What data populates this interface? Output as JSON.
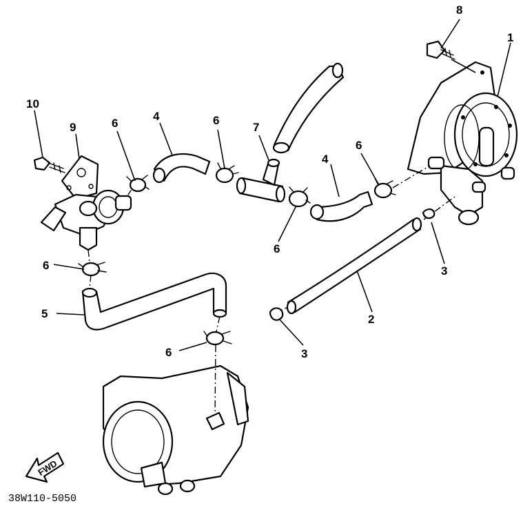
{
  "callouts": {
    "c1": "1",
    "c2": "2",
    "c3a": "3",
    "c3b": "3",
    "c4a": "4",
    "c4b": "4",
    "c5": "5",
    "c6a": "6",
    "c6b": "6",
    "c6c": "6",
    "c6d": "6",
    "c6e": "6",
    "c6f": "6",
    "c7": "7",
    "c8": "8",
    "c9": "9",
    "c10": "10"
  },
  "arrow_label": "FWD",
  "figure_code": "38W110-5050"
}
